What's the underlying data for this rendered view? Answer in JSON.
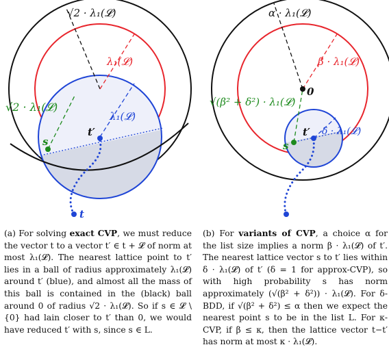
{
  "colors": {
    "black": "#111111",
    "red": "#e8252c",
    "blue": "#1f45d6",
    "green": "#1d8a1d",
    "fill_blue": "#dfe3f6",
    "fill_gray": "#d6dae6"
  },
  "left_panel": {
    "label_sqrt2_top": "√2 · λ₁(𝓛)",
    "label_lambda_red": "λ₁(𝓛)",
    "label_sqrt2_green": "√2 · λ₁(𝓛)",
    "label_lambda_blue": "λ₁(𝓛)",
    "label_t_prime": "t′",
    "label_s": "s",
    "label_t": "t"
  },
  "right_panel": {
    "label_alpha": "α · λ₁(𝓛)",
    "label_beta": "β · λ₁(𝓛)",
    "label_zero": "0",
    "label_green_norm": "√(β² + δ²) · λ₁(𝓛)",
    "label_t_prime": "t′",
    "label_delta": "δ · λ₁(𝓛)",
    "label_s": "s"
  },
  "captions": {
    "a": {
      "tag": "(a) For solving",
      "bold": "exact CVP",
      "rest": ", we must reduce the vector t to a vector t′ ∈ t + 𝓛 of norm at most λ₁(𝓛). The nearest lattice point to t′ lies in a ball of radius approximately λ₁(𝓛) around t′ (blue), and almost all the mass of this ball is contained in the (black) ball around 0 of radius √2 · λ₁(𝓛). So if s ∈ 𝓛 \\ {0} had lain closer to t′ than 0, we would have reduced t′ with s, since s ∈ L."
    },
    "b": {
      "tag": "(b) For",
      "bold": "variants of CVP",
      "rest": ", a choice α for the list size implies a norm β · λ₁(𝓛) of t′. The nearest lattice vector s to t′ lies within δ · λ₁(𝓛) of t′ (δ = 1 for approx-CVP), so with high probability s has norm approximately (√(β² + δ²)) · λ₁(𝓛). For δ-BDD, if √(β² + δ²) ≤ α then we expect the nearest point s to be in the list L. For κ-CVP, if β ≤ κ, then the lattice vector t−t′ has norm at most κ · λ₁(𝓛)."
    }
  }
}
